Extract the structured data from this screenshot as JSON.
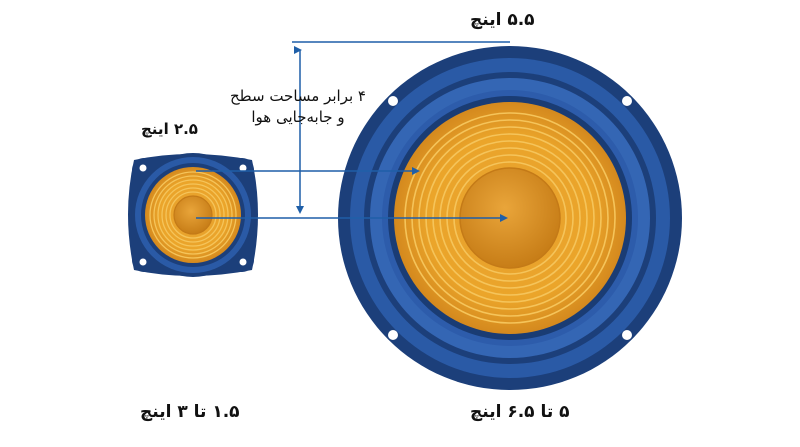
{
  "labels": {
    "big_speaker_size": "۵.۵ اینچ",
    "small_speaker_size": "۲.۵ اینچ",
    "ratio_line1": "۴ برابر مساحت سطح",
    "ratio_line2": "و جابه‌جایی هوا",
    "big_speaker_range": "۵ تا ۶.۵ اینچ",
    "small_speaker_range": "۱.۵ تا ۳ اینچ"
  },
  "colors": {
    "frame_dark": "#1c3f7a",
    "frame_mid": "#2a5aa6",
    "frame_light": "#3466b4",
    "cone_gold": "#e9a22a",
    "cone_ridge": "#f5c45a",
    "dust_cap": "#d98d1f",
    "arrow": "#1f5fa8"
  },
  "icons": {
    "big_speaker": "large-woofer-icon",
    "small_speaker": "small-woofer-icon"
  }
}
